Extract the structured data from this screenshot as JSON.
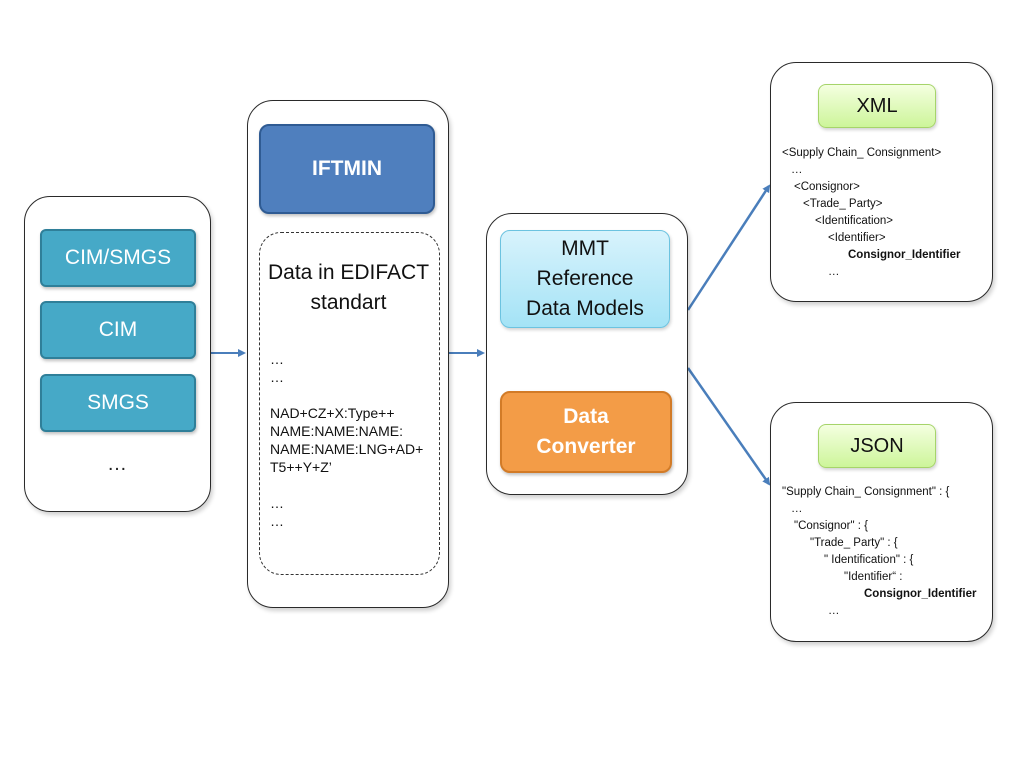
{
  "sources": {
    "items": [
      "CIM/SMGS",
      "CIM",
      "SMGS"
    ],
    "more": "…"
  },
  "edifact": {
    "header": "IFTMIN",
    "title_line1": "Data in EDIFACT",
    "title_line2": "standart",
    "lines": [
      "…",
      "…",
      "",
      "NAD+CZ+X:Type++",
      "NAME:NAME:NAME:",
      "NAME:NAME:LNG+AD+",
      "T5++Y+Z’",
      "",
      "…",
      "…"
    ]
  },
  "mmt": {
    "line1": "MMT",
    "line2": "Reference",
    "line3": "Data Models"
  },
  "converter": {
    "line1": "Data",
    "line2": "Converter"
  },
  "xml": {
    "label": "XML",
    "lines": [
      {
        "text": "<Supply Chain_ Consignment>",
        "bold": false
      },
      {
        "text": "…",
        "bold": false
      },
      {
        "text": "<Consignor>",
        "bold": false
      },
      {
        "text": "<Trade_ Party>",
        "bold": false
      },
      {
        "text": "<Identification>",
        "bold": false
      },
      {
        "text": "<Identifier>",
        "bold": false
      },
      {
        "text": "Consignor_Identifier",
        "bold": true
      },
      {
        "text": "…",
        "bold": false
      }
    ]
  },
  "json": {
    "label": "JSON",
    "lines": [
      {
        "text": "\"Supply Chain_ Consignment\" : {",
        "bold": false
      },
      {
        "text": "…",
        "bold": false
      },
      {
        "text": "\"Consignor\" : {",
        "bold": false
      },
      {
        "text": "\"Trade_ Party\" : {",
        "bold": false
      },
      {
        "text": "\" Identification\" : {",
        "bold": false
      },
      {
        "text": "\"Identifier“ :",
        "bold": false
      },
      {
        "text": "Consignor_Identifier",
        "bold": true
      },
      {
        "text": "…",
        "bold": false
      }
    ]
  },
  "colors": {
    "arrow": "#4a7ebb",
    "source_box": "#46a9c7",
    "iftmin_box": "#4f7fbe",
    "converter_box": "#f39c47",
    "mmt_box": "#a4e3f6",
    "format_label": "#cdf59a"
  }
}
